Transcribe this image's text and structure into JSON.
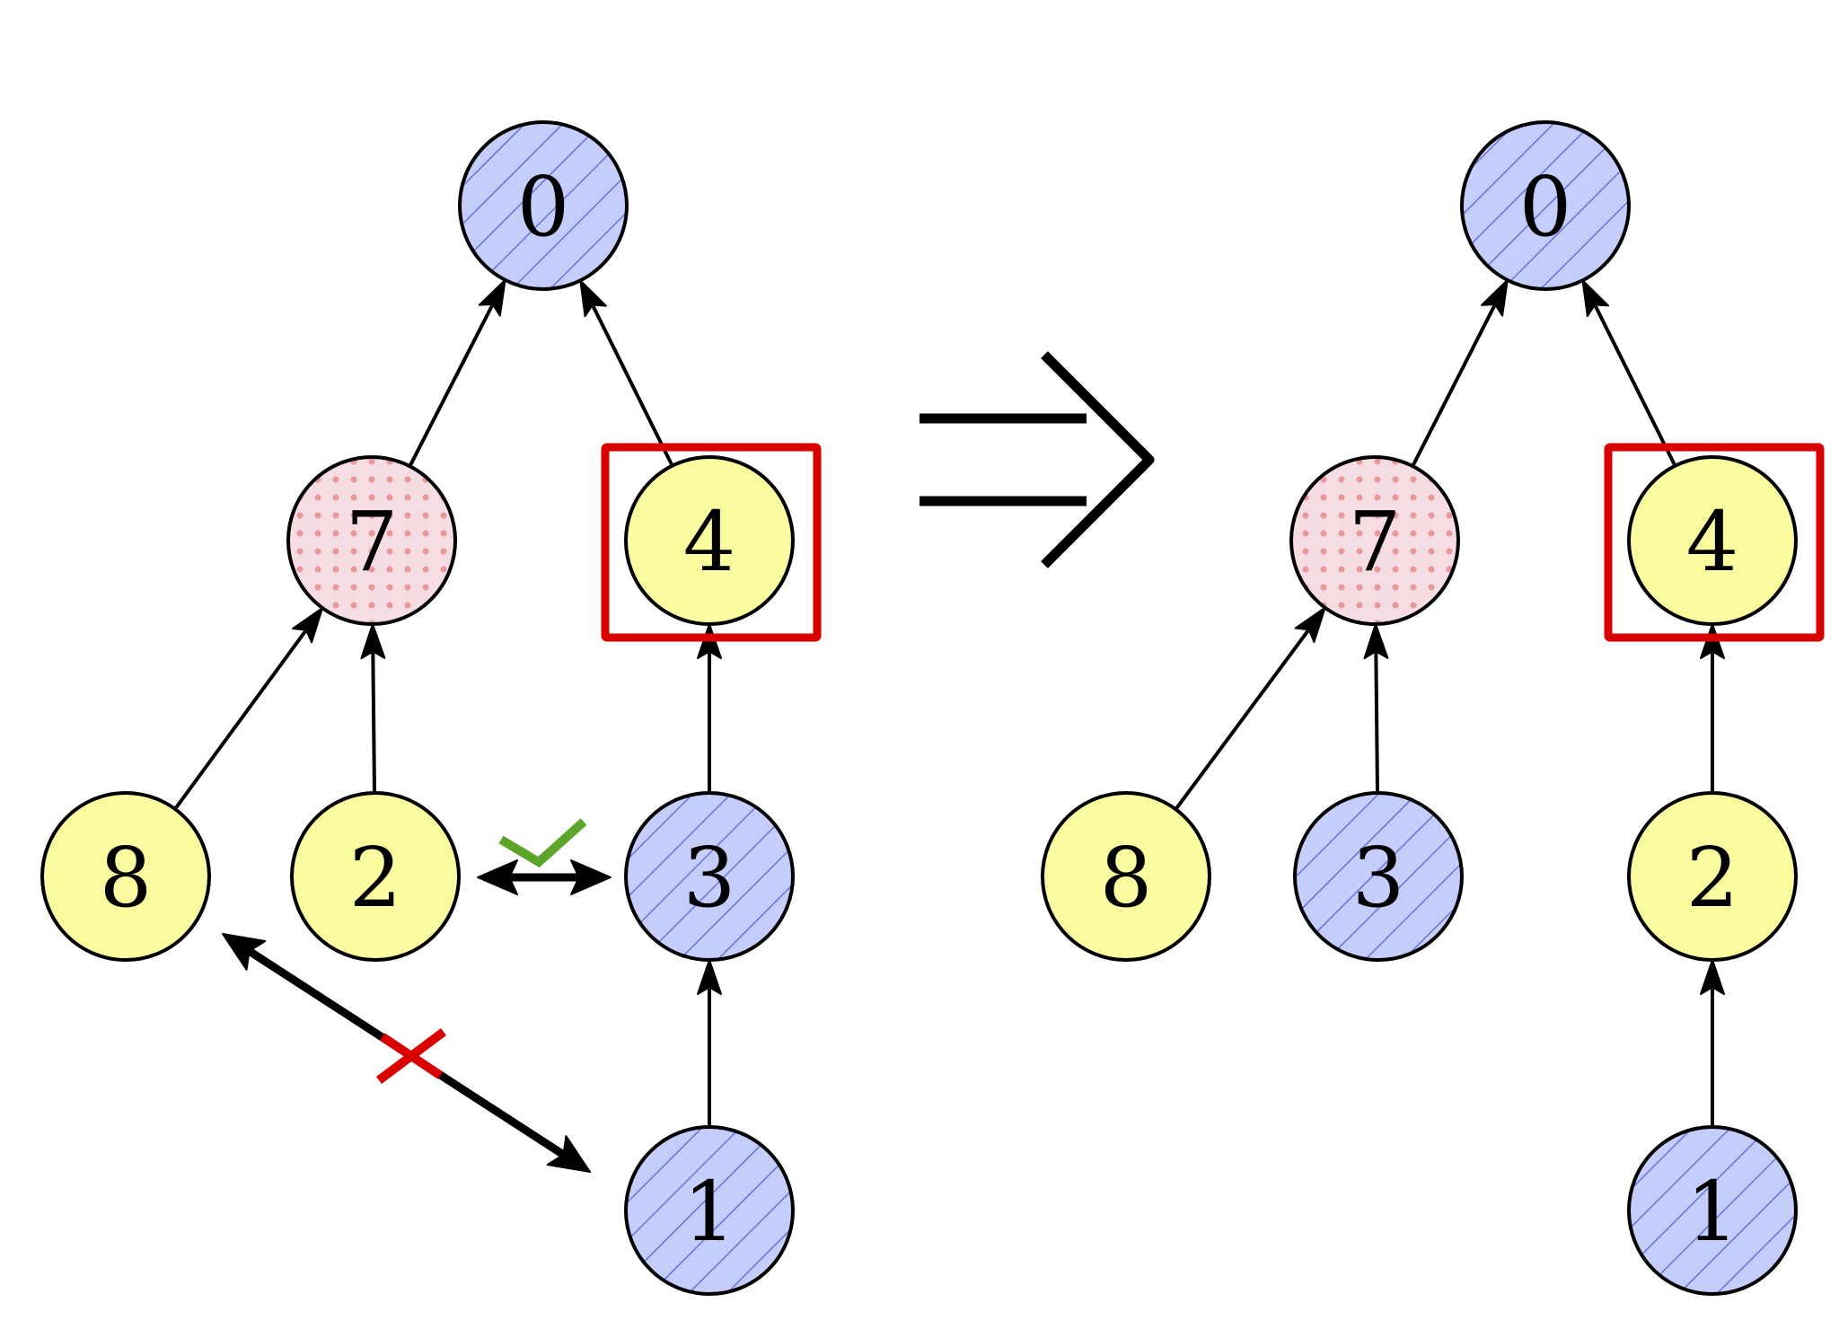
{
  "title": "Union-find tree swap transformation",
  "colors": {
    "blue_fill": "#c5cdfb",
    "blue_hatch": "#6872dc",
    "pink_fill": "#f6dde3",
    "pink_dot": "#e89a9a",
    "yellow_fill": "#fbfca0",
    "highlight_box": "#d90000",
    "check": "#5aa52a",
    "cross": "#d90000",
    "stroke": "#000000"
  },
  "styles": {
    "blue": "hatched",
    "pink": "dotted",
    "yellow": "plain"
  },
  "before_tree": {
    "nodes": [
      {
        "id": "0",
        "label": "0",
        "style": "blue"
      },
      {
        "id": "7",
        "label": "7",
        "style": "pink"
      },
      {
        "id": "4",
        "label": "4",
        "style": "yellow",
        "highlighted": true
      },
      {
        "id": "8",
        "label": "8",
        "style": "yellow"
      },
      {
        "id": "2",
        "label": "2",
        "style": "yellow"
      },
      {
        "id": "3",
        "label": "3",
        "style": "blue"
      },
      {
        "id": "1",
        "label": "1",
        "style": "blue"
      }
    ],
    "edges": [
      {
        "from": "7",
        "to": "0"
      },
      {
        "from": "4",
        "to": "0"
      },
      {
        "from": "8",
        "to": "7"
      },
      {
        "from": "2",
        "to": "7"
      },
      {
        "from": "3",
        "to": "4"
      },
      {
        "from": "1",
        "to": "3"
      }
    ],
    "swap_candidates": [
      {
        "a": "2",
        "b": "3",
        "valid": true,
        "mark": "check"
      },
      {
        "a": "8",
        "b": "1",
        "valid": false,
        "mark": "cross"
      }
    ]
  },
  "transition_symbol": "implies-arrow",
  "after_tree": {
    "nodes": [
      {
        "id": "0",
        "label": "0",
        "style": "blue"
      },
      {
        "id": "7",
        "label": "7",
        "style": "pink"
      },
      {
        "id": "4",
        "label": "4",
        "style": "yellow",
        "highlighted": true
      },
      {
        "id": "8",
        "label": "8",
        "style": "yellow"
      },
      {
        "id": "3",
        "label": "3",
        "style": "blue"
      },
      {
        "id": "2",
        "label": "2",
        "style": "yellow"
      },
      {
        "id": "1",
        "label": "1",
        "style": "blue"
      }
    ],
    "edges": [
      {
        "from": "7",
        "to": "0"
      },
      {
        "from": "4",
        "to": "0"
      },
      {
        "from": "8",
        "to": "7"
      },
      {
        "from": "3",
        "to": "7"
      },
      {
        "from": "2",
        "to": "4"
      },
      {
        "from": "1",
        "to": "2"
      }
    ]
  }
}
